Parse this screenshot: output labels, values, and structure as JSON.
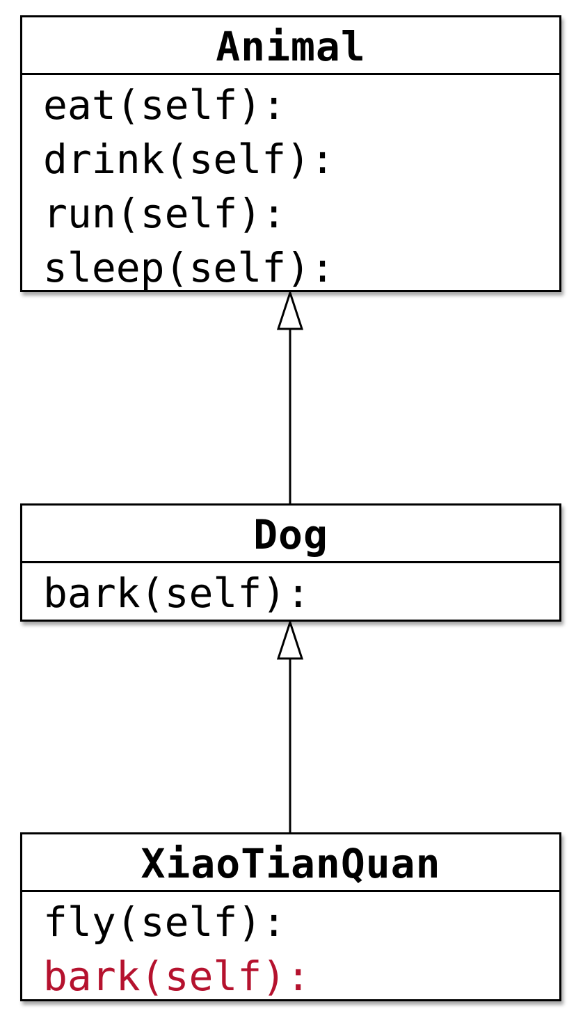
{
  "classes": {
    "animal": {
      "name": "Animal",
      "methods": [
        "eat(self):",
        "drink(self):",
        "run(self):",
        "sleep(self):"
      ]
    },
    "dog": {
      "name": "Dog",
      "methods": [
        "bark(self):"
      ]
    },
    "xiaotianquan": {
      "name": "XiaoTianQuan",
      "methods": [
        "fly(self):",
        "bark(self):"
      ]
    }
  },
  "colors": {
    "text": "#000000",
    "override_method": "#b5122e",
    "border": "#000000"
  }
}
